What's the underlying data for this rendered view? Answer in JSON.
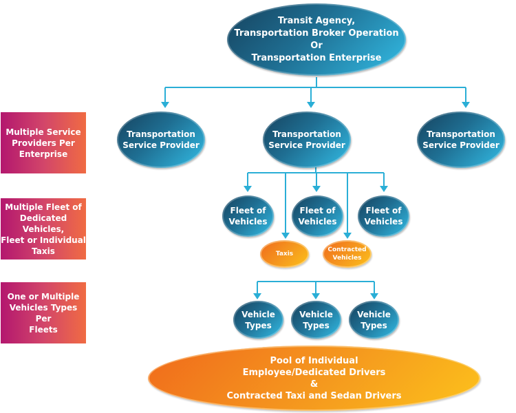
{
  "top_node": "Transit Agency,\nTransportation Broker Operation\nOr\nTransportation Enterprise",
  "row_labels": [
    "Multiple Service\nProviders Per\nEnterprise",
    "Multiple Fleet of\nDedicated Vehicles,\nFleet or Individual\nTaxis",
    "One or Multiple\nVehicles Types Per\nFleets"
  ],
  "providers": [
    "Transportation\nService Provider",
    "Transportation\nService Provider",
    "Transportation\nService Provider"
  ],
  "fleets": [
    "Fleet of\nVehicles",
    "Fleet of\nVehicles",
    "Fleet of\nVehicles"
  ],
  "other_vehicles": [
    "Taxis",
    "Contracted\nVehicles"
  ],
  "vehicle_types": [
    "Vehicle\nTypes",
    "Vehicle\nTypes",
    "Vehicle\nTypes"
  ],
  "pool_node": "Pool of Individual\nEmployee/Dedicated Drivers\n&\nContracted Taxi and Sedan Drivers",
  "colors": {
    "connector": "#2aaed6",
    "label_gradient_start": "#b3176e",
    "label_gradient_end": "#f06b43",
    "node_blue_dark": "#16425e",
    "node_blue_light": "#33bde6",
    "node_orange_start": "#f06a1c",
    "node_orange_end": "#fdc21b"
  }
}
